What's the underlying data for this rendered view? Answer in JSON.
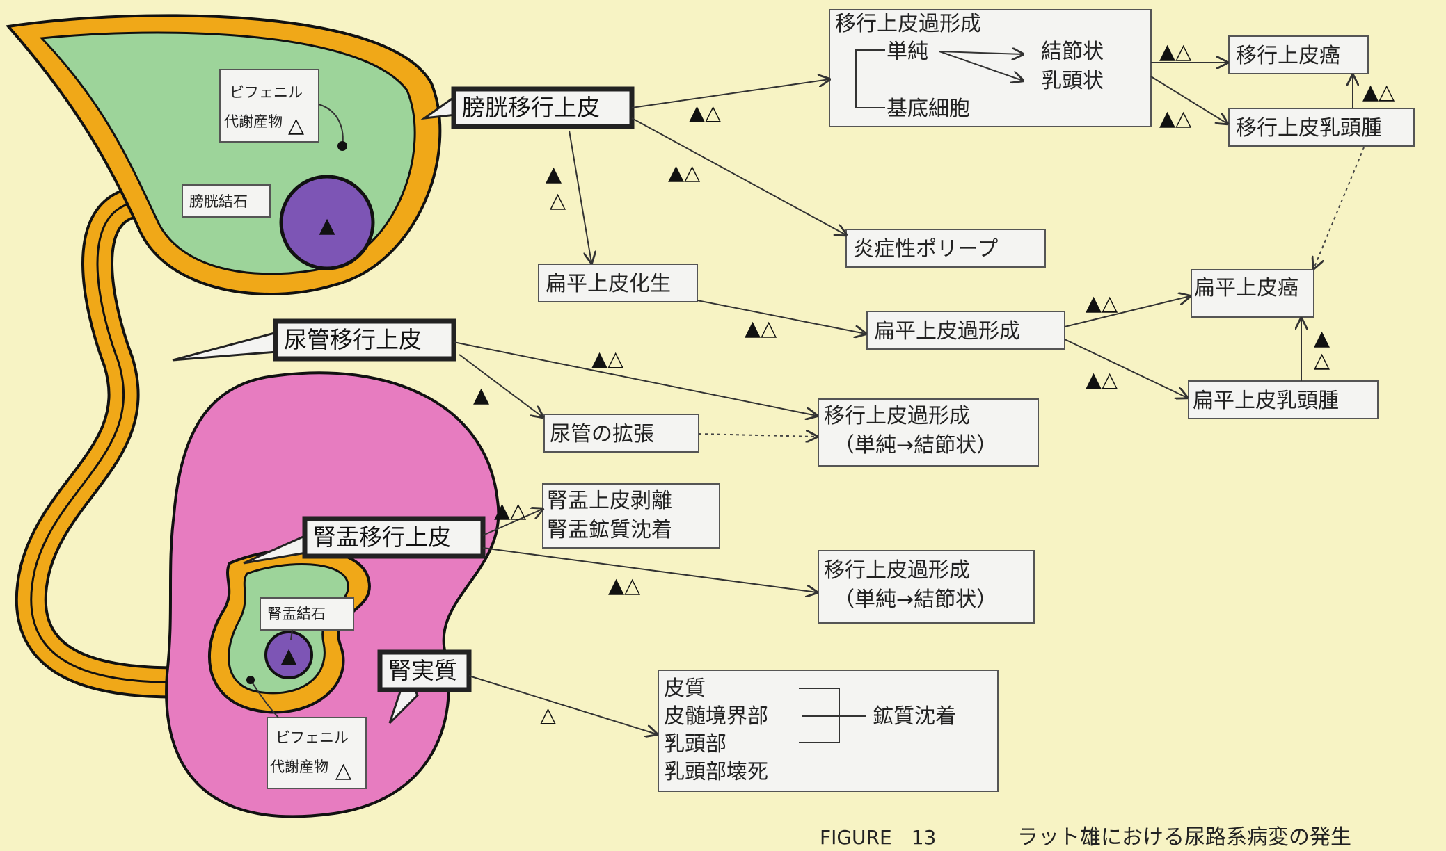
{
  "anatomy": {
    "bladder_epithelium": "膀胱移行上皮",
    "ureter_epithelium": "尿管移行上皮",
    "pelvis_epithelium": "腎盂移行上皮",
    "renal_parenchyma": "腎実質",
    "bladder_stone": "膀胱結石",
    "pelvis_stone": "腎盂結石",
    "metabolite_line1": "ビフェニル",
    "metabolite_line2": "代謝産物",
    "metabolite2_line1": "ビフェニル",
    "metabolite2_line2": "代謝産物"
  },
  "lesions": {
    "bladder_hyperplasia_title": "移行上皮過形成",
    "simple": "単純",
    "nodular": "結節状",
    "papillary": "乳頭状",
    "basal_cell": "基底細胞",
    "tcc": "移行上皮癌",
    "tc_papilloma": "移行上皮乳頭腫",
    "inflammatory_polyp": "炎症性ポリープ",
    "squamous_metaplasia": "扁平上皮化生",
    "squamous_hyperplasia": "扁平上皮過形成",
    "scc": "扁平上皮癌",
    "sq_papilloma": "扁平上皮乳頭腫",
    "ureter_dilation": "尿管の拡張",
    "ureter_hyperplasia_1": "移行上皮過形成",
    "ureter_hyperplasia_2": "（単純→結節状）",
    "pelvis_desquamation": "腎盂上皮剥離",
    "pelvis_mineralization": "腎盂鉱質沈着",
    "pelvis_hyperplasia_1": "移行上皮過形成",
    "pelvis_hyperplasia_2": "（単純→結節状）",
    "cortex": "皮質",
    "corticomedullary": "皮髄境界部",
    "papilla": "乳頭部",
    "papillary_necrosis": "乳頭部壊死",
    "mineral_deposition": "鉱質沈着"
  },
  "markers": {
    "both": "▲△",
    "filled": "▲",
    "open": "△"
  },
  "caption": {
    "figure": "FIGURE　13",
    "text": "ラット雄における尿路系病変の発生"
  },
  "colors": {
    "background": "#f7f3c4",
    "bladder": "#9dd49a",
    "wall": "#f0a818",
    "kidney": "#e77cc0",
    "stone": "#7d55b5"
  }
}
